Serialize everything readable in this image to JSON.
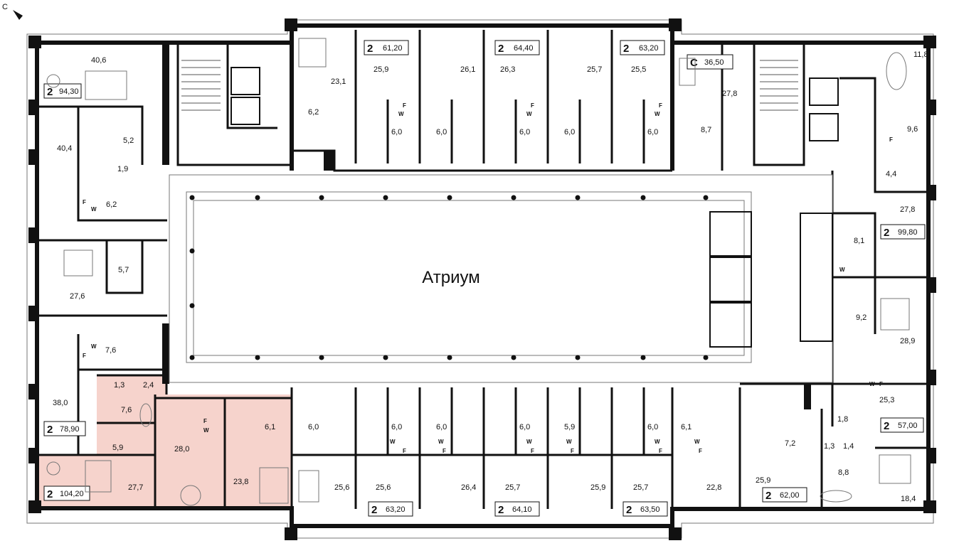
{
  "compass": {
    "label": "С"
  },
  "atrium": {
    "label": "Атриум"
  },
  "colors": {
    "wall": "#111111",
    "highlight": "#f6d3cc",
    "background": "#ffffff",
    "thin": "#555555"
  },
  "apartments": {
    "a1": {
      "rooms": "2",
      "area": "94,30"
    },
    "a2": {
      "rooms": "2",
      "area": "78,90"
    },
    "a3": {
      "rooms": "2",
      "area": "104,20"
    },
    "a4": {
      "rooms": "2",
      "area": "61,20"
    },
    "a5": {
      "rooms": "2",
      "area": "64,40"
    },
    "a6": {
      "rooms": "2",
      "area": "63,20"
    },
    "a7": {
      "rooms": "С",
      "area": "36,50"
    },
    "a8": {
      "rooms": "2",
      "area": "99,80"
    },
    "a9": {
      "rooms": "2",
      "area": "57,00"
    },
    "a10": {
      "rooms": "2",
      "area": "62,00"
    },
    "a11": {
      "rooms": "2",
      "area": "63,50"
    },
    "a12": {
      "rooms": "2",
      "area": "64,10"
    },
    "a13": {
      "rooms": "2",
      "area": "63,20"
    }
  },
  "rooms": {
    "r1": "40,6",
    "r2": "40,4",
    "r3": "5,2",
    "r4": "1,9",
    "r5": "6,2",
    "r6": "5,7",
    "r7": "27,6",
    "r8": "7,6",
    "r9": "38,0",
    "r10": "1,3",
    "r11": "2,4",
    "r12": "7,6",
    "r13": "5,9",
    "r14": "28,0",
    "r15": "27,7",
    "r16": "23,8",
    "r17": "6,1",
    "r18": "6,0",
    "r19": "23,1",
    "r20": "6,2",
    "r21": "25,9",
    "r22": "26,1",
    "r23": "26,3",
    "r24": "25,7",
    "r25": "25,5",
    "r26": "6,0",
    "r27": "6,0",
    "r28": "6,0",
    "r29": "6,0",
    "r30": "6,0",
    "r31": "27,8",
    "r32": "8,7",
    "r33": "11,8",
    "r34": "9,6",
    "r35": "4,4",
    "r36": "27,8",
    "r37": "8,1",
    "r38": "9,2",
    "r39": "28,9",
    "r40": "25,3",
    "r41": "1,8",
    "r42": "1,3",
    "r43": "1,4",
    "r44": "8,8",
    "r45": "18,4",
    "r46": "7,2",
    "r47": "25,9",
    "r48": "22,8",
    "r49": "25,7",
    "r50": "6,0",
    "r51": "6,1",
    "r52": "25,9",
    "r53": "25,7",
    "r54": "6,0",
    "r55": "5,9",
    "r56": "26,4",
    "r57": "25,6",
    "r58": "25,6",
    "r59": "6,0",
    "r60": "6,0"
  },
  "marks": {
    "w": "W",
    "f": "F"
  }
}
